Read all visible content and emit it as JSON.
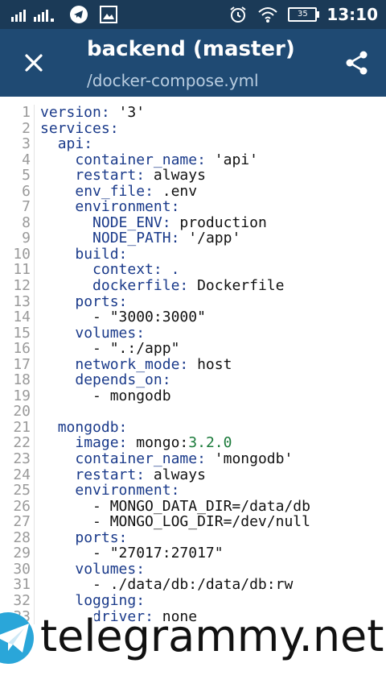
{
  "status_bar": {
    "time": "13:10",
    "battery": "35",
    "icons": [
      "signal-icon",
      "telegram-icon",
      "image-icon",
      "alarm-icon",
      "wifi-icon",
      "battery-icon"
    ]
  },
  "app_bar": {
    "title": "backend (master)",
    "subtitle": "/docker-compose.yml",
    "close_icon": "close-icon",
    "share_icon": "share-icon"
  },
  "code_lines": [
    {
      "n": "1",
      "indent": "",
      "key": "version",
      "sep": ": ",
      "val": "'3'"
    },
    {
      "n": "2",
      "indent": "",
      "key": "services",
      "sep": ":",
      "val": ""
    },
    {
      "n": "3",
      "indent": "  ",
      "key": "api",
      "sep": ":",
      "val": ""
    },
    {
      "n": "4",
      "indent": "    ",
      "key": "container_name",
      "sep": ": ",
      "val": "'api'"
    },
    {
      "n": "5",
      "indent": "    ",
      "key": "restart",
      "sep": ": ",
      "val": "always"
    },
    {
      "n": "6",
      "indent": "    ",
      "key": "env_file",
      "sep": ": ",
      "val": ".env"
    },
    {
      "n": "7",
      "indent": "    ",
      "key": "environment",
      "sep": ":",
      "val": ""
    },
    {
      "n": "8",
      "indent": "      ",
      "key": "NODE_ENV",
      "sep": ": ",
      "val": "production"
    },
    {
      "n": "9",
      "indent": "      ",
      "key": "NODE_PATH",
      "sep": ": ",
      "val": "'/app'"
    },
    {
      "n": "10",
      "indent": "    ",
      "key": "build",
      "sep": ":",
      "val": ""
    },
    {
      "n": "11",
      "indent": "      ",
      "key": "context",
      "sep": ": ",
      "val": "",
      "keyval": "."
    },
    {
      "n": "12",
      "indent": "      ",
      "key": "dockerfile",
      "sep": ": ",
      "val": "Dockerfile"
    },
    {
      "n": "13",
      "indent": "    ",
      "key": "ports",
      "sep": ":",
      "val": ""
    },
    {
      "n": "14",
      "indent": "      ",
      "key": "",
      "sep": "",
      "val": "- \"3000:3000\""
    },
    {
      "n": "15",
      "indent": "    ",
      "key": "volumes",
      "sep": ":",
      "val": ""
    },
    {
      "n": "16",
      "indent": "      ",
      "key": "",
      "sep": "",
      "val": "- \".:/app\""
    },
    {
      "n": "17",
      "indent": "    ",
      "key": "network_mode",
      "sep": ": ",
      "val": "host"
    },
    {
      "n": "18",
      "indent": "    ",
      "key": "depends_on",
      "sep": ":",
      "val": ""
    },
    {
      "n": "19",
      "indent": "      ",
      "key": "",
      "sep": "",
      "val": "- mongodb"
    },
    {
      "n": "20",
      "indent": "",
      "key": "",
      "sep": "",
      "val": ""
    },
    {
      "n": "21",
      "indent": "  ",
      "key": "mongodb",
      "sep": ":",
      "val": ""
    },
    {
      "n": "22",
      "indent": "    ",
      "key": "image",
      "sep": ": ",
      "val": "mongo:",
      "num": "3.2.0"
    },
    {
      "n": "23",
      "indent": "    ",
      "key": "container_name",
      "sep": ": ",
      "val": "'mongodb'"
    },
    {
      "n": "24",
      "indent": "    ",
      "key": "restart",
      "sep": ": ",
      "val": "always"
    },
    {
      "n": "25",
      "indent": "    ",
      "key": "environment",
      "sep": ":",
      "val": ""
    },
    {
      "n": "26",
      "indent": "      ",
      "key": "",
      "sep": "",
      "val": "- MONGO_DATA_DIR=/data/db"
    },
    {
      "n": "27",
      "indent": "      ",
      "key": "",
      "sep": "",
      "val": "- MONGO_LOG_DIR=/dev/null"
    },
    {
      "n": "28",
      "indent": "    ",
      "key": "ports",
      "sep": ":",
      "val": ""
    },
    {
      "n": "29",
      "indent": "      ",
      "key": "",
      "sep": "",
      "val": "- \"27017:27017\""
    },
    {
      "n": "30",
      "indent": "    ",
      "key": "volumes",
      "sep": ":",
      "val": ""
    },
    {
      "n": "31",
      "indent": "      ",
      "key": "",
      "sep": "",
      "val": "- ./data/db:/data/db:rw"
    },
    {
      "n": "32",
      "indent": "    ",
      "key": "logging",
      "sep": ":",
      "val": ""
    },
    {
      "n": "33",
      "indent": "      ",
      "key": "driver",
      "sep": ": ",
      "val": "none"
    }
  ],
  "watermark": {
    "text": "telegrammy.net",
    "logo_icon": "paper-plane-icon"
  },
  "colors": {
    "status_bar_bg": "#1b3a57",
    "app_bar_bg": "#1f4a73",
    "key_color": "#1a3a8a",
    "number_color": "#1a7a3a",
    "line_number_color": "#9a9a9a"
  }
}
